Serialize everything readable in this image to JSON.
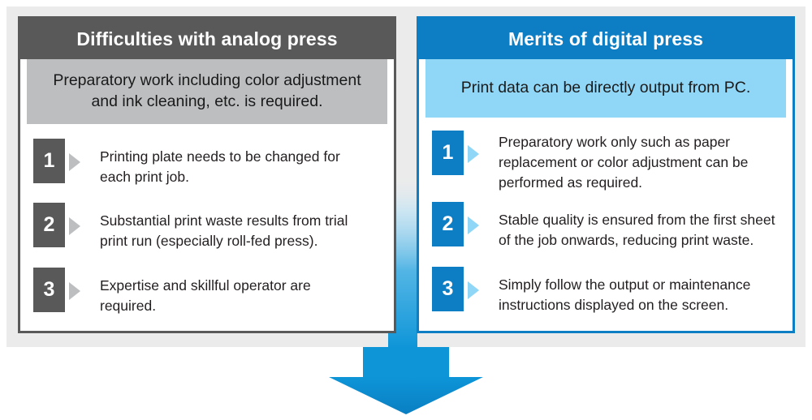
{
  "backdrop_color": "#ebebeb",
  "arrow": {
    "name": "down-arrow",
    "color_top": "#8fd6f7",
    "color_bottom": "#0d8fd4",
    "direction": "down"
  },
  "panels": [
    {
      "id": "analog",
      "title": "Difficulties with analog press",
      "subtitle": "Preparatory work including color adjustment and ink cleaning, etc. is required.",
      "header_color": "#595959",
      "subtitle_color": "#bcbec0",
      "badge_color": "#595959",
      "items": [
        {
          "number": "1",
          "text": "Printing plate needs to be changed for each print job."
        },
        {
          "number": "2",
          "text": "Substantial print waste results from trial print run (especially roll-fed press)."
        },
        {
          "number": "3",
          "text": "Expertise and skillful operator are required."
        }
      ]
    },
    {
      "id": "digital",
      "title": "Merits of digital press",
      "subtitle": "Print data can be directly output from PC.",
      "header_color": "#0d7dc4",
      "subtitle_color": "#8fd6f7",
      "badge_color": "#0d7dc4",
      "items": [
        {
          "number": "1",
          "text": "Preparatory work only such as paper replacement or color adjustment can be performed as required."
        },
        {
          "number": "2",
          "text": "Stable quality is ensured from the first sheet of the job onwards, reducing print waste."
        },
        {
          "number": "3",
          "text": "Simply follow the output or maintenance instructions displayed on the screen."
        }
      ]
    }
  ]
}
